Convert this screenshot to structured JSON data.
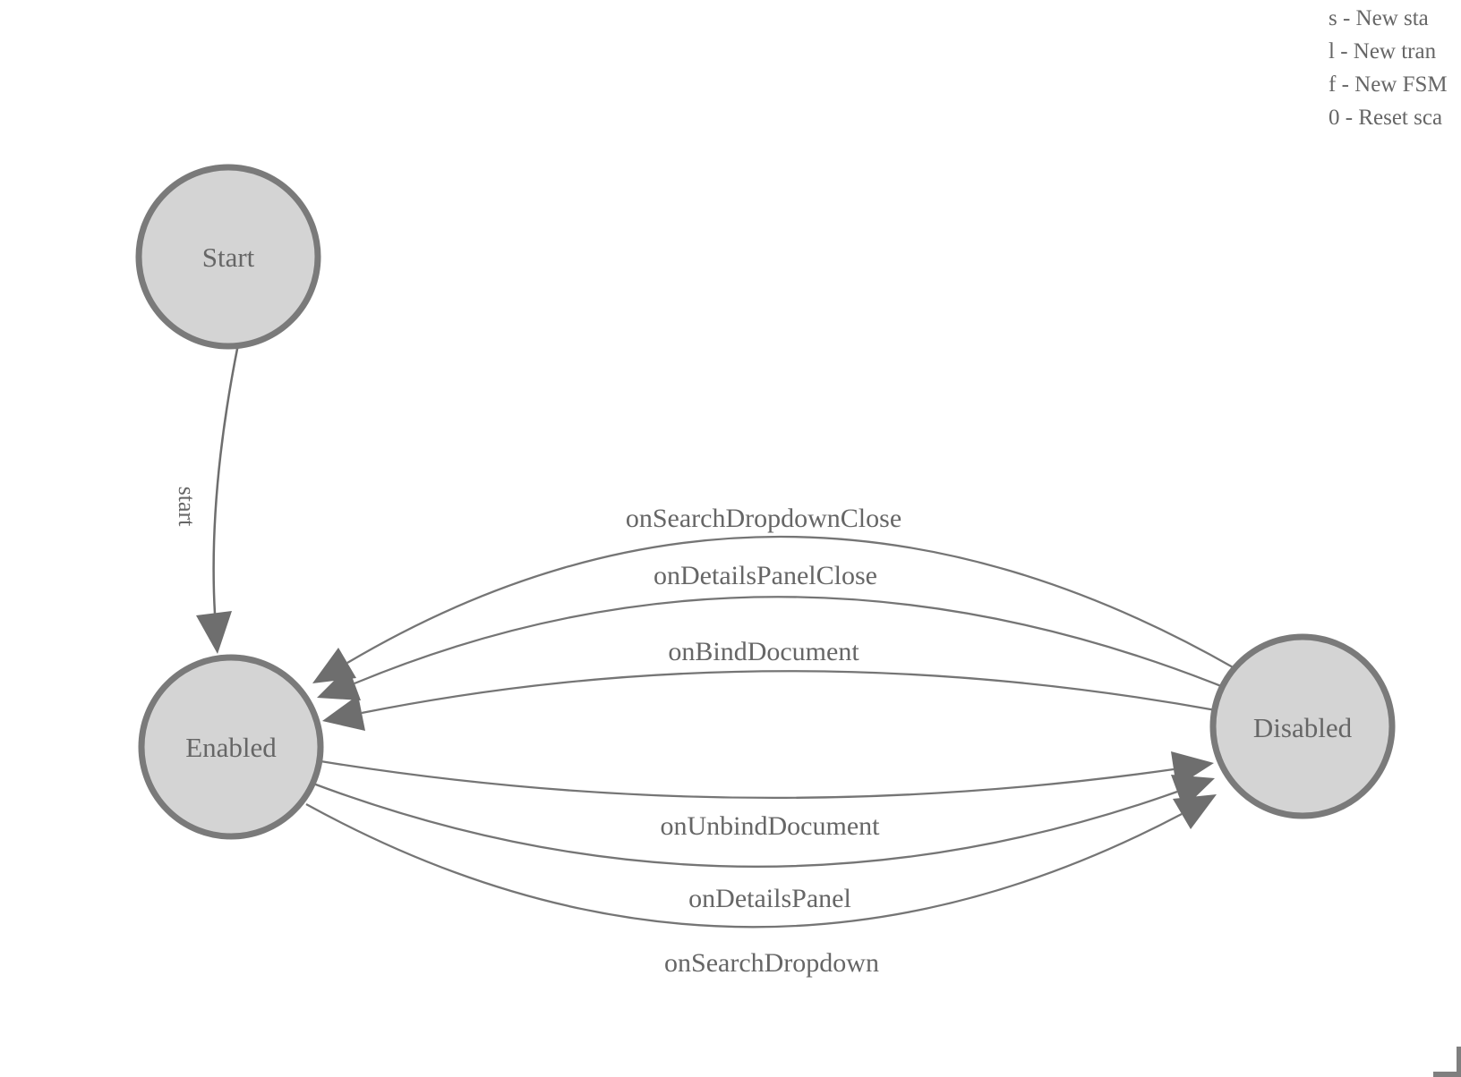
{
  "diagram": {
    "states": [
      {
        "id": "start",
        "label": "Start"
      },
      {
        "id": "enabled",
        "label": "Enabled"
      },
      {
        "id": "disabled",
        "label": "Disabled"
      }
    ],
    "edges": [
      {
        "label": "start",
        "from": "Start",
        "to": "Enabled"
      },
      {
        "label": "onSearchDropdownClose",
        "from": "Disabled",
        "to": "Enabled"
      },
      {
        "label": "onDetailsPanelClose",
        "from": "Disabled",
        "to": "Enabled"
      },
      {
        "label": "onBindDocument",
        "from": "Disabled",
        "to": "Enabled"
      },
      {
        "label": "onUnbindDocument",
        "from": "Enabled",
        "to": "Disabled"
      },
      {
        "label": "onDetailsPanel",
        "from": "Enabled",
        "to": "Disabled"
      },
      {
        "label": "onSearchDropdown",
        "from": "Enabled",
        "to": "Disabled"
      }
    ]
  },
  "legend": {
    "lines": [
      {
        "text": "s - New sta"
      },
      {
        "text": "l - New tran"
      },
      {
        "text": "f - New FSM"
      },
      {
        "text": "0 - Reset sca"
      }
    ]
  },
  "colors": {
    "state_fill": "#d4d4d4",
    "state_stroke": "#7a7a7a",
    "edge_stroke": "#757575",
    "arrow_fill": "#6e6e6e",
    "text": "#666666",
    "background": "#ffffff"
  }
}
